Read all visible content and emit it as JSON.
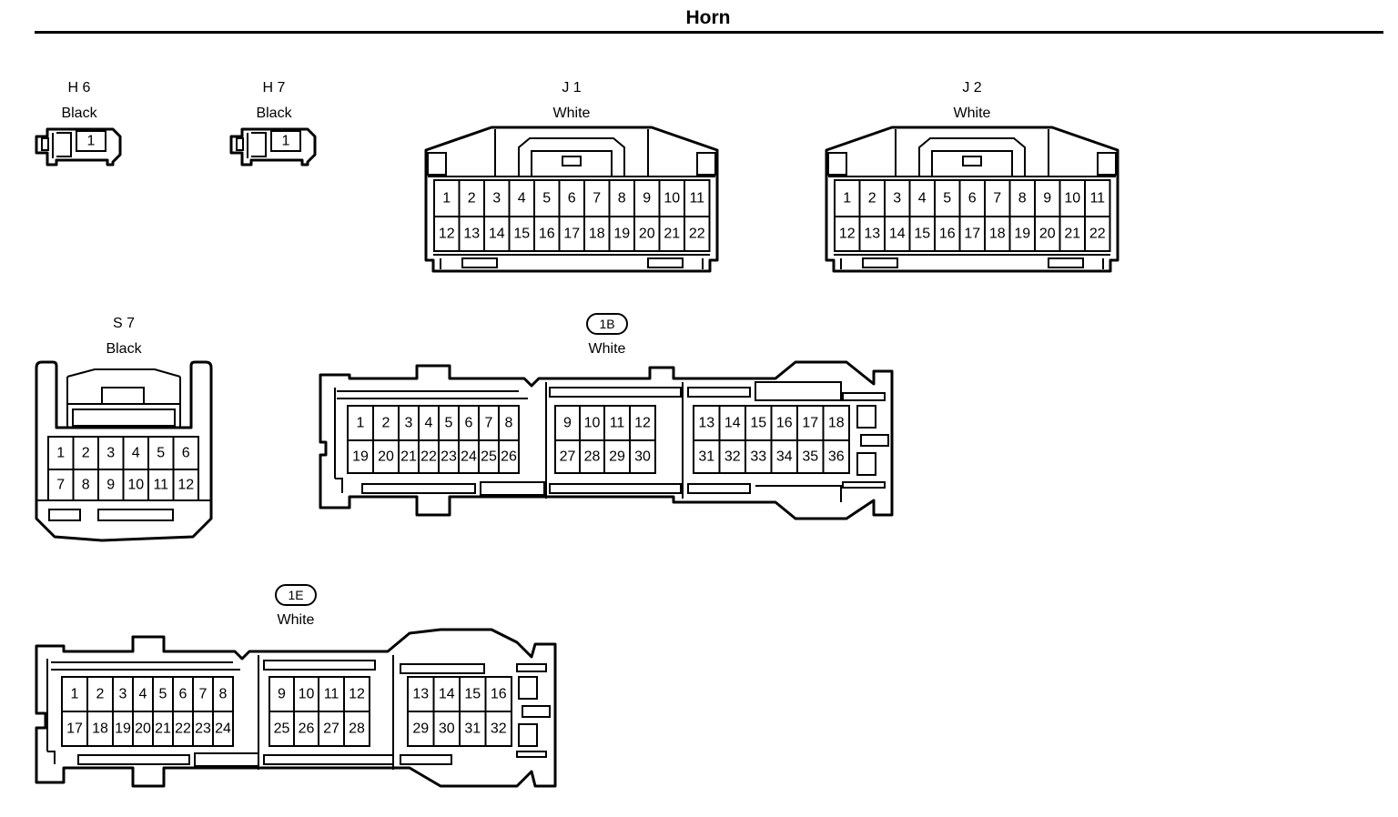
{
  "title": "Horn",
  "connectors": {
    "h6": {
      "code": "H 6",
      "color": "Black",
      "pins": [
        "1"
      ]
    },
    "h7": {
      "code": "H 7",
      "color": "Black",
      "pins": [
        "1"
      ]
    },
    "j1": {
      "code": "J 1",
      "color": "White",
      "pins": [
        "1",
        "2",
        "3",
        "4",
        "5",
        "6",
        "7",
        "8",
        "9",
        "10",
        "11",
        "12",
        "13",
        "14",
        "15",
        "16",
        "17",
        "18",
        "19",
        "20",
        "21",
        "22"
      ]
    },
    "j2": {
      "code": "J 2",
      "color": "White",
      "pins": [
        "1",
        "2",
        "3",
        "4",
        "5",
        "6",
        "7",
        "8",
        "9",
        "10",
        "11",
        "12",
        "13",
        "14",
        "15",
        "16",
        "17",
        "18",
        "19",
        "20",
        "21",
        "22"
      ]
    },
    "s7": {
      "code": "S 7",
      "color": "Black",
      "pins": [
        "1",
        "2",
        "3",
        "4",
        "5",
        "6",
        "7",
        "8",
        "9",
        "10",
        "11",
        "12"
      ]
    },
    "c1b": {
      "code": "1B",
      "color": "White",
      "pins": [
        "1",
        "2",
        "3",
        "4",
        "5",
        "6",
        "7",
        "8",
        "9",
        "10",
        "11",
        "12",
        "13",
        "14",
        "15",
        "16",
        "17",
        "18",
        "19",
        "20",
        "21",
        "22",
        "23",
        "24",
        "25",
        "26",
        "27",
        "28",
        "29",
        "30",
        "31",
        "32",
        "33",
        "34",
        "35",
        "36"
      ]
    },
    "c1e": {
      "code": "1E",
      "color": "White",
      "pins": [
        "1",
        "2",
        "3",
        "4",
        "5",
        "6",
        "7",
        "8",
        "9",
        "10",
        "11",
        "12",
        "13",
        "14",
        "15",
        "16",
        "17",
        "18",
        "19",
        "20",
        "21",
        "22",
        "23",
        "24",
        "25",
        "26",
        "27",
        "28",
        "29",
        "30",
        "31",
        "32"
      ]
    }
  }
}
